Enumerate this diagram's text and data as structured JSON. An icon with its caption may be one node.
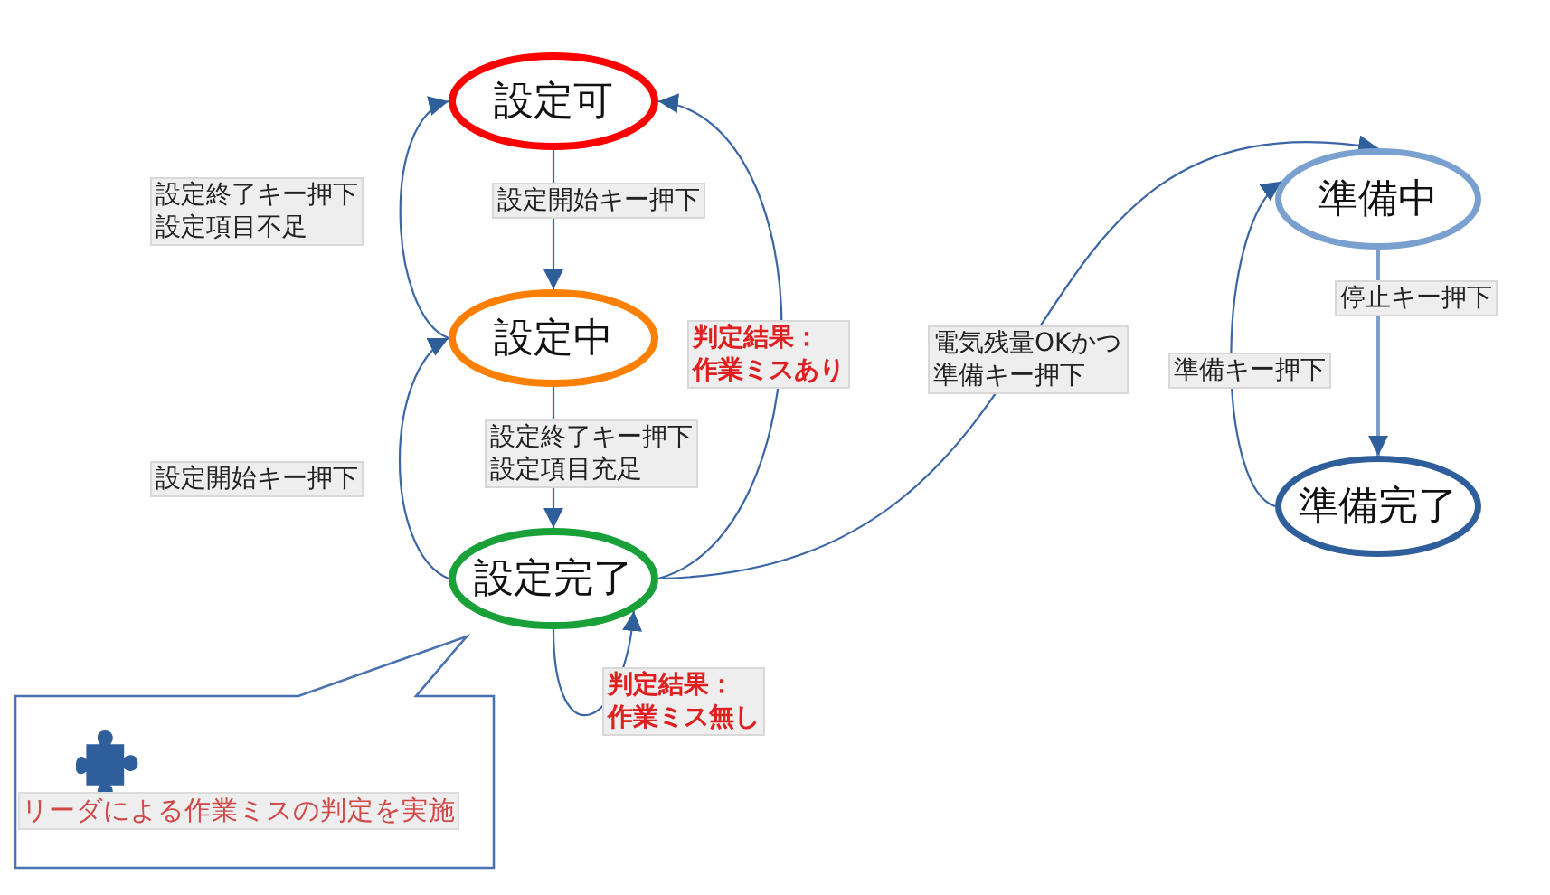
{
  "diagram": {
    "nodes": [
      {
        "text": [
          "設定可"
        ]
      },
      {
        "text": [
          "設定中"
        ]
      },
      {
        "text": [
          "設定完了"
        ]
      },
      {
        "text": [
          "準備中"
        ]
      },
      {
        "text": [
          "準備完了"
        ]
      },
      {
        "text": [
          "リーダによる作業ミスの判定を実施"
        ]
      }
    ],
    "edges": [
      {
        "from": 0,
        "to": 1,
        "arrow": "to",
        "label": "設定開始キー押下"
      },
      {
        "from": 1,
        "to": 0,
        "arrow": "to",
        "label": "設定終了キー押下設定項目不足"
      },
      {
        "from": 2,
        "to": 1,
        "arrow": "to",
        "label": "設定開始キー押下"
      },
      {
        "from": 1,
        "to": 2,
        "arrow": "to",
        "label": "設定終了キー押下設定項目充足"
      },
      {
        "from": 2,
        "to": 0,
        "arrow": "to",
        "label": "判定結果：作業ミスあり"
      },
      {
        "from": 2,
        "to": 2,
        "arrow": "to",
        "label": "判定結果：作業ミス無し"
      },
      {
        "from": 2,
        "to": 3,
        "arrow": "to",
        "label": "電気残量OKかつ準備キー押下"
      },
      {
        "from": 3,
        "to": 4,
        "arrow": "to",
        "label": "停止キー押下",
        "color": "#7f9fcf"
      },
      {
        "from": 4,
        "to": 3,
        "arrow": "to",
        "label": "準備キー押下"
      }
    ]
  }
}
